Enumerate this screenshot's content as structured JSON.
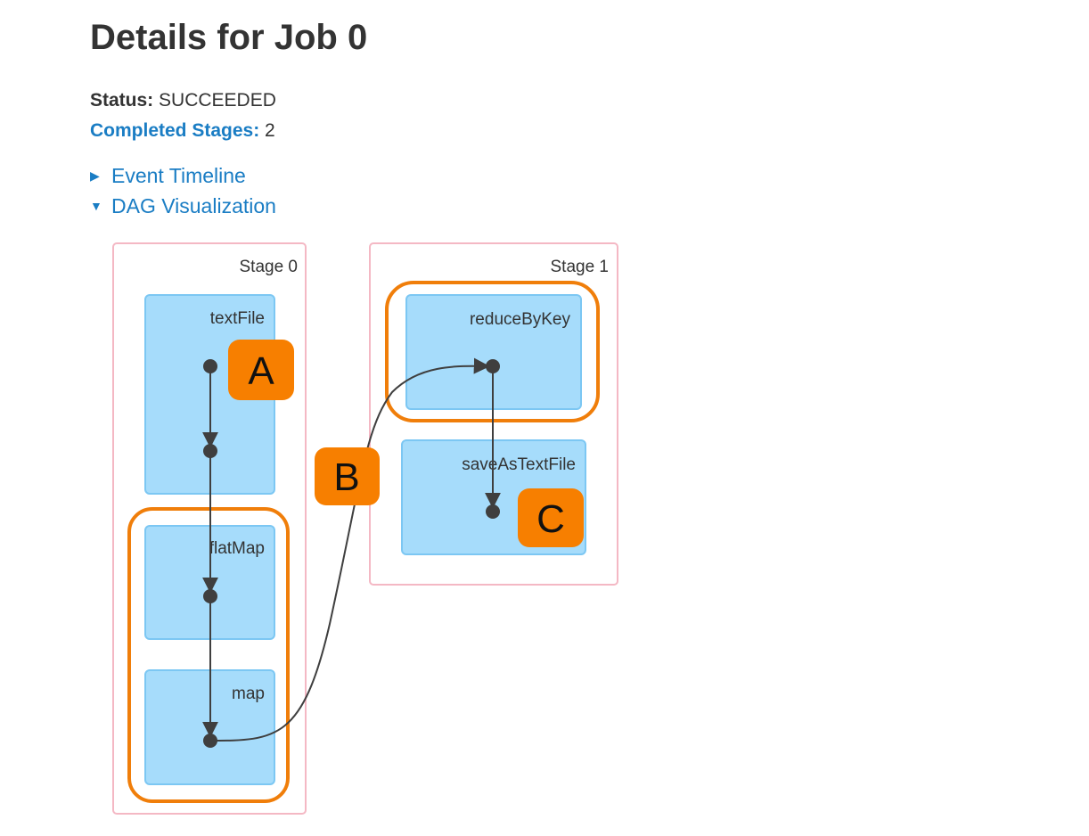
{
  "page": {
    "title": "Details for Job 0"
  },
  "summary": {
    "status_label": "Status:",
    "status_value": "SUCCEEDED",
    "completed_label": "Completed Stages:",
    "completed_value": "2"
  },
  "toggles": {
    "event_timeline": "Event Timeline",
    "dag_visualization": "DAG Visualization"
  },
  "dag": {
    "stages": [
      {
        "label": "Stage 0",
        "operations": [
          "textFile",
          "flatMap",
          "map"
        ]
      },
      {
        "label": "Stage 1",
        "operations": [
          "reduceByKey",
          "saveAsTextFile"
        ]
      }
    ],
    "badges": [
      "A",
      "B",
      "C"
    ],
    "colors": {
      "stage_border": "#f4b8c4",
      "op_fill": "#a6dcfb",
      "op_border": "#7cc7f3",
      "highlight": "#f07e0a",
      "badge_fill": "#f77f00",
      "edge": "#3f3f3f",
      "link": "#1a7dc4"
    }
  }
}
